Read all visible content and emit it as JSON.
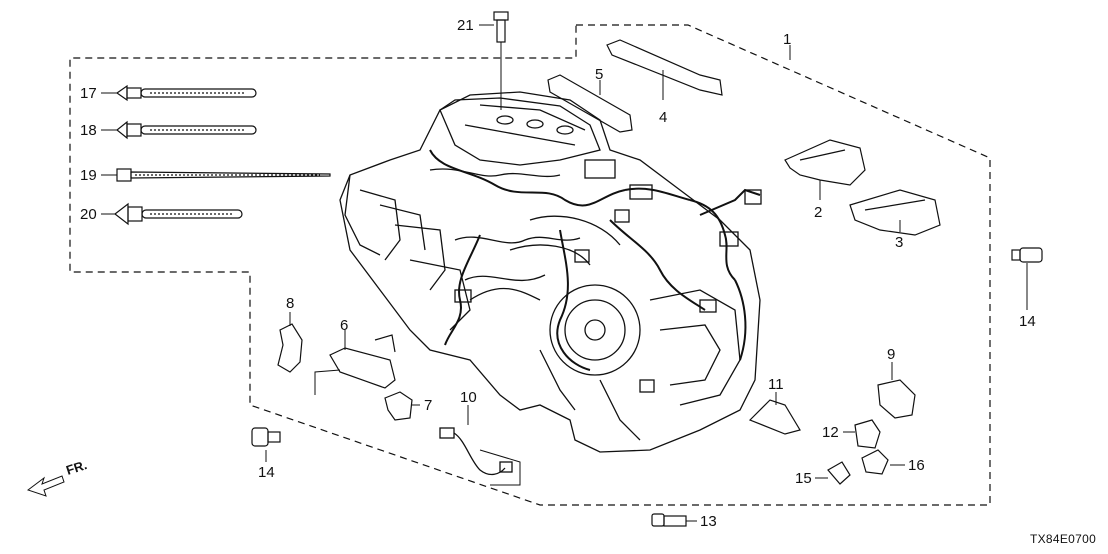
{
  "diagram": {
    "code": "TX84E0700",
    "direction_label": "FR.",
    "callouts": [
      "1",
      "2",
      "3",
      "4",
      "5",
      "6",
      "7",
      "8",
      "9",
      "10",
      "11",
      "12",
      "13",
      "14",
      "14",
      "15",
      "16",
      "17",
      "18",
      "19",
      "20",
      "21"
    ]
  },
  "icons": {
    "front_arrow": "front-direction-arrow-icon",
    "engine": "engine-assembly-icon",
    "tie": "cable-tie-icon",
    "bolt": "flange-bolt-icon",
    "bracket": "harness-bracket-icon",
    "clip": "harness-clip-icon"
  },
  "colors": {
    "line": "#111111",
    "background": "#ffffff"
  }
}
